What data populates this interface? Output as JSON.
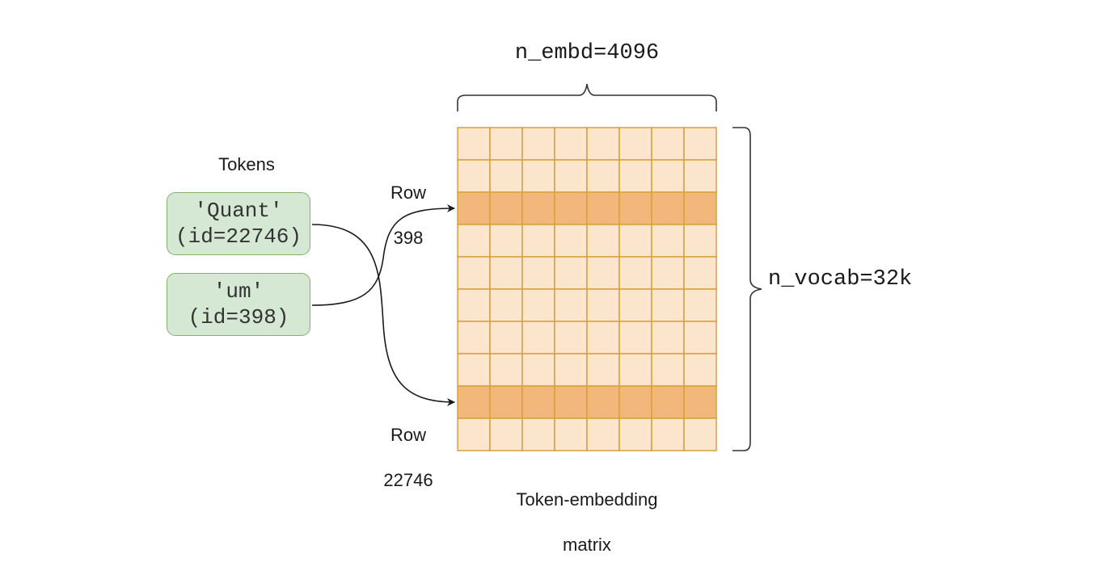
{
  "diagram": {
    "tokens_label": "Tokens",
    "tokens": [
      {
        "text": "'Quant'",
        "id_text": "(id=22746)",
        "target_row_label": "Row 22746"
      },
      {
        "text": "'um'",
        "id_text": "(id=398)",
        "target_row_label": "Row 398"
      }
    ],
    "row_labels": {
      "top_line1": "Row",
      "top_line2": "398",
      "bottom_line1": "Row",
      "bottom_line2": "22746"
    },
    "matrix": {
      "label_line1": "Token-embedding",
      "label_line2": "matrix",
      "columns": 8,
      "rows": 10,
      "highlighted_rows": [
        2,
        8
      ],
      "width_label": "n_embd=4096",
      "height_label": "n_vocab=32k"
    },
    "colors": {
      "token_fill": "#d5e8d4",
      "token_stroke": "#82b366",
      "cell_fill": "#fce5cd",
      "cell_highlight_fill": "#f2b77a",
      "cell_stroke": "#d6a23a",
      "arrow": "#1a1a1a"
    }
  }
}
